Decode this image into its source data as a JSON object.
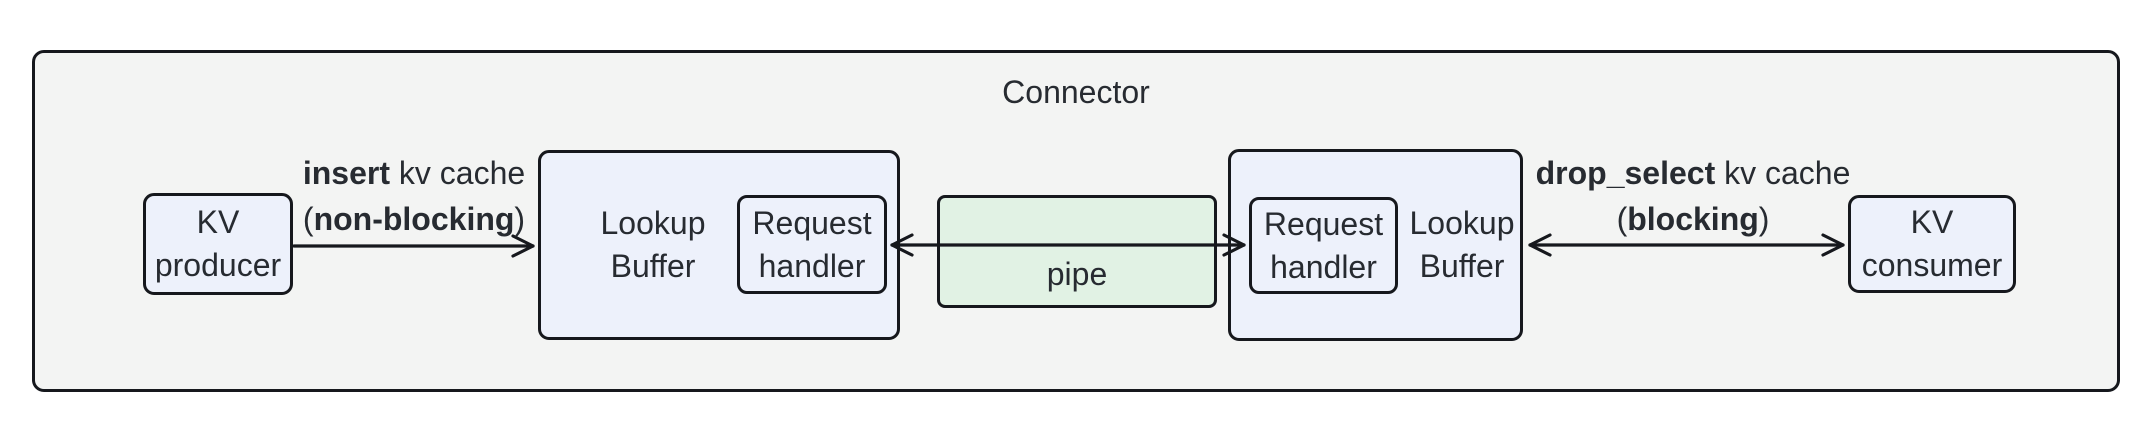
{
  "diagram": {
    "title": "Connector",
    "colors": {
      "canvas_bg": "#ffffff",
      "container_fill": "#f3f4f3",
      "node_fill": "#edf1fb",
      "pipe_fill": "#e1f2e4",
      "border": "#16181d",
      "text": "#272b31"
    },
    "nodes": {
      "kv_producer": {
        "line1": "KV",
        "line2": "producer"
      },
      "lookup_buffer_left": {
        "line1": "Lookup",
        "line2": "Buffer"
      },
      "request_handler_left": {
        "line1": "Request",
        "line2": "handler"
      },
      "pipe": {
        "label": "pipe"
      },
      "request_handler_right": {
        "line1": "Request",
        "line2": "handler"
      },
      "lookup_buffer_right": {
        "line1": "Lookup",
        "line2": "Buffer"
      },
      "kv_consumer": {
        "line1": "KV",
        "line2": "consumer"
      }
    },
    "edges": {
      "insert": {
        "line1_bold": "insert",
        "line1_rest": " kv cache",
        "open_paren": "(",
        "line2_bold": "non-blocking",
        "close_paren": ")"
      },
      "drop_select": {
        "line1_bold": "drop_select",
        "line1_rest": " kv cache",
        "open_paren": "(",
        "line2_bold": "blocking",
        "close_paren": ")"
      }
    }
  }
}
